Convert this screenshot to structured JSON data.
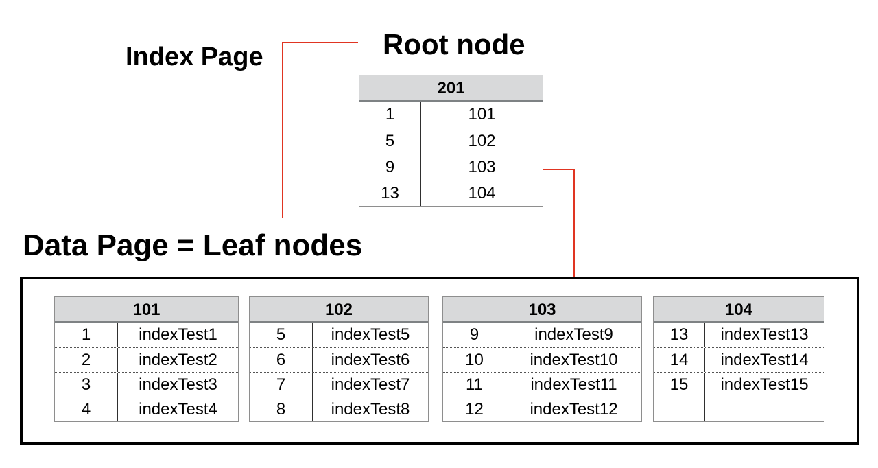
{
  "labels": {
    "index_page": "Index Page",
    "root_node": "Root node",
    "data_page": "Data Page = Leaf nodes"
  },
  "colors": {
    "connector_red": "#e03522",
    "table_header_fill": "#d8d9da",
    "leaf_box_border": "#000000"
  },
  "root_table": {
    "header": "201",
    "rows": [
      [
        "1",
        "101"
      ],
      [
        "5",
        "102"
      ],
      [
        "9",
        "103"
      ],
      [
        "13",
        "104"
      ]
    ]
  },
  "leaf_tables": [
    {
      "header": "101",
      "rows": [
        [
          "1",
          "indexTest1"
        ],
        [
          "2",
          "indexTest2"
        ],
        [
          "3",
          "indexTest3"
        ],
        [
          "4",
          "indexTest4"
        ]
      ]
    },
    {
      "header": "102",
      "rows": [
        [
          "5",
          "indexTest5"
        ],
        [
          "6",
          "indexTest6"
        ],
        [
          "7",
          "indexTest7"
        ],
        [
          "8",
          "indexTest8"
        ]
      ]
    },
    {
      "header": "103",
      "rows": [
        [
          "9",
          "indexTest9"
        ],
        [
          "10",
          "indexTest10"
        ],
        [
          "11",
          "indexTest11"
        ],
        [
          "12",
          "indexTest12"
        ]
      ]
    },
    {
      "header": "104",
      "rows": [
        [
          "13",
          "indexTest13"
        ],
        [
          "14",
          "indexTest14"
        ],
        [
          "15",
          "indexTest15"
        ],
        [
          "",
          ""
        ]
      ]
    }
  ]
}
